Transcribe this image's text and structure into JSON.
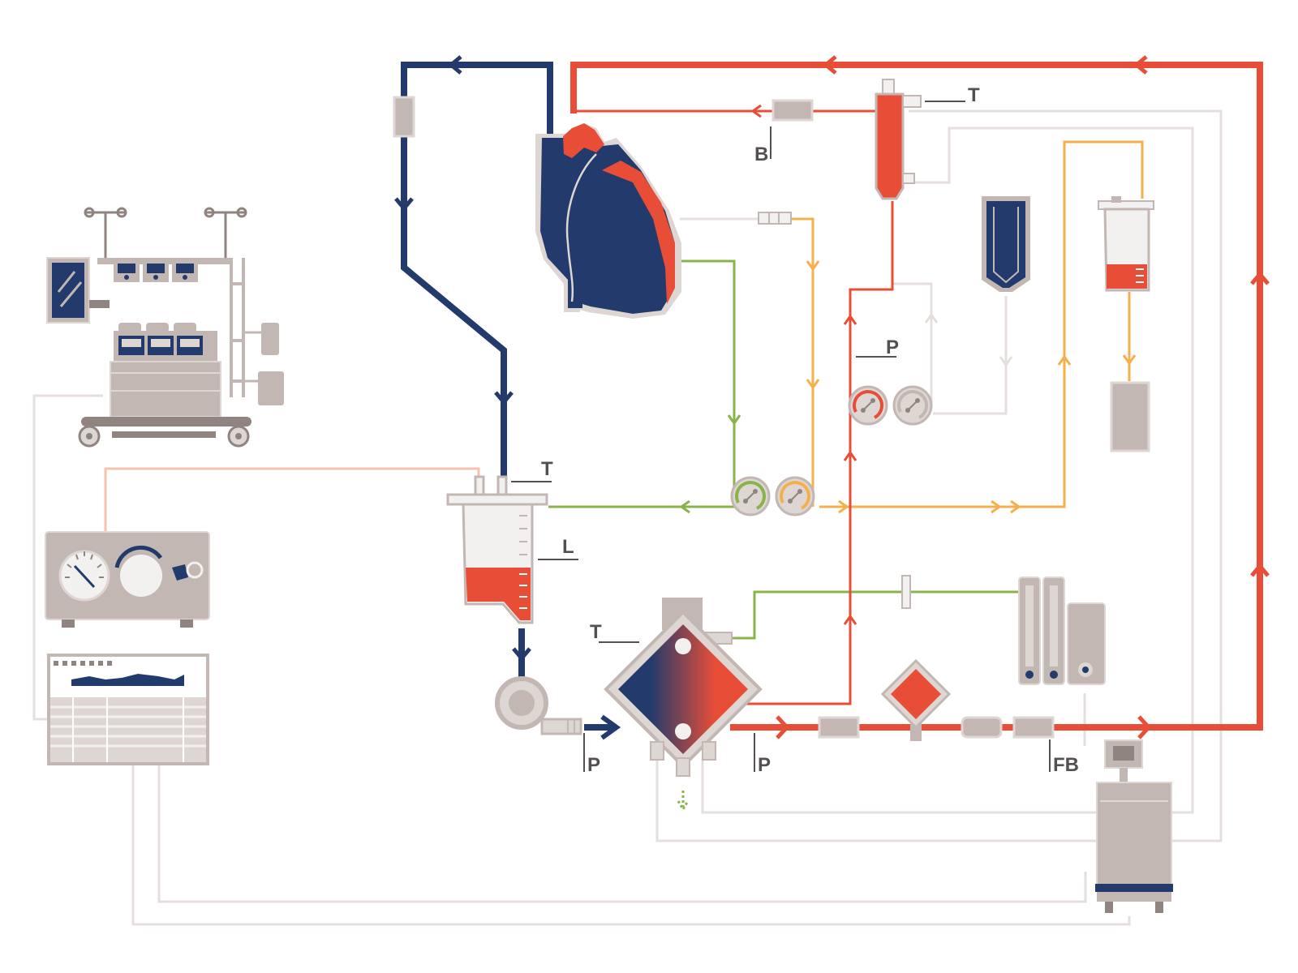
{
  "labels": {
    "t_top": "T",
    "b": "B",
    "p_upper": "P",
    "t_reservoir": "T",
    "l_reservoir": "L",
    "t_oxygenator": "T",
    "p_left": "P",
    "p_right": "P",
    "fb": "FB"
  },
  "colors": {
    "venous": "#233b6c",
    "arterial": "#e84e37",
    "cardioplegia": "#f5b04d",
    "vent": "#8ab34a",
    "gray_line": "#e4dfdd",
    "device": "#c3b7b3",
    "device_dark": "#8f8480",
    "pink_line": "#f6c2b0",
    "label": "#555050"
  }
}
